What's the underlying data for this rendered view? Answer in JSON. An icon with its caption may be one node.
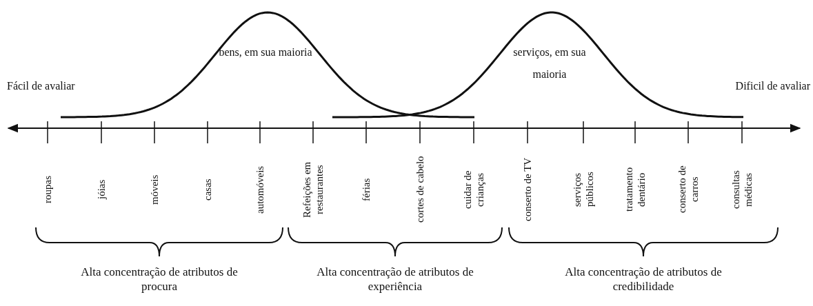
{
  "diagram": {
    "labels": [
      "Fácil de avaliar",
      "bens, em sua maioria",
      "serviços, em sua maioria",
      "Dificil de avaliar",
      "roupas",
      "jóias",
      "móveis",
      "casas",
      "automóveis",
      "Refeições em restaurantes",
      "férias",
      "cortes de cabelo",
      "cuidar de crianças",
      "conserto de TV",
      "serviços públicos",
      "tratamento dentário",
      "conserto de carros",
      "consultas médicas",
      "Alta concentração de atributos de procura",
      "Alta concentração de atributos de experiência",
      "Alta concentração de atributos de credibilidade"
    ]
  }
}
